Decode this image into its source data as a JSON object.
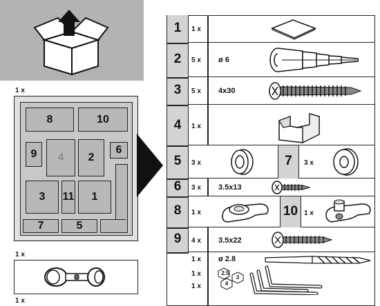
{
  "top_left_qty": "1 x",
  "middle_left_qty": "1 x",
  "bottom_left_qty": "1 x",
  "tray": {
    "compartments": [
      "8",
      "10",
      "9",
      "4",
      "2",
      "6",
      "3",
      "11",
      "1",
      "7",
      "5"
    ]
  },
  "parts": [
    {
      "id": "1",
      "qty": "1 x",
      "spec": ""
    },
    {
      "id": "2",
      "qty": "5 x",
      "spec": "ø 6"
    },
    {
      "id": "3",
      "qty": "5 x",
      "spec": "4x30"
    },
    {
      "id": "4",
      "qty": "1 x",
      "spec": ""
    },
    {
      "id": "5",
      "qty": "3 x",
      "spec": "",
      "pair_id": "7",
      "pair_qty": "3 x"
    },
    {
      "id": "6",
      "qty": "3 x",
      "spec": "3.5x13"
    },
    {
      "id": "8",
      "qty": "1 x",
      "spec": "",
      "pair_id": "10",
      "pair_qty": "1 x"
    },
    {
      "id": "9",
      "qty": "4 x",
      "spec": "3.5x22"
    }
  ],
  "tools": {
    "qty1": "1 x",
    "qty2": "1 x",
    "qty3": "1 x",
    "drill_spec": "ø 2.8",
    "hex_sizes": [
      "2.5",
      "3",
      "4"
    ]
  },
  "colors": {
    "tray_fill": "#cfcfcf",
    "header_gray": "#b3b3b3",
    "number_cell": "#d3d3d3"
  }
}
